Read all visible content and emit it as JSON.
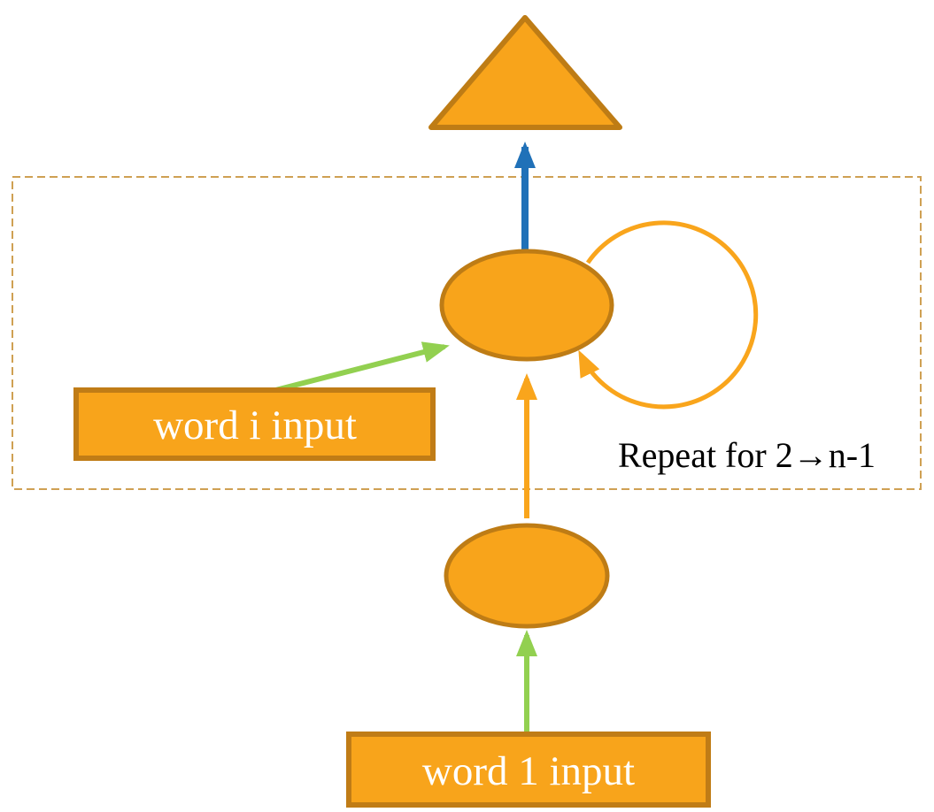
{
  "diagram": {
    "labels": {
      "word_i_input": "word i input",
      "word_1_input": "word 1 input",
      "repeat_note": "Repeat for 2→n-1"
    },
    "colors": {
      "background": "#FFFFFF",
      "node_fill": "#F8A41B",
      "node_stroke": "#BE7C15",
      "box_fill": "#F8A41B",
      "box_stroke": "#C07C16",
      "green_arrow": "#92D050",
      "blue_arrow": "#2071B8",
      "orange_arrow": "#F9A51C",
      "dashed_border": "#CFA053",
      "box_label_text": "#FFFFFF",
      "note_text": "#000000"
    },
    "edges": [
      {
        "from": "word-1-input-box",
        "to": "state-ellipse-1",
        "color": "green"
      },
      {
        "from": "state-ellipse-1",
        "to": "state-ellipse-i",
        "color": "orange"
      },
      {
        "from": "word-i-input-box",
        "to": "state-ellipse-i",
        "color": "green"
      },
      {
        "from": "state-ellipse-i",
        "to": "state-ellipse-i",
        "color": "orange",
        "type": "self-loop"
      },
      {
        "from": "state-ellipse-i",
        "to": "output-triangle",
        "color": "blue"
      }
    ]
  }
}
